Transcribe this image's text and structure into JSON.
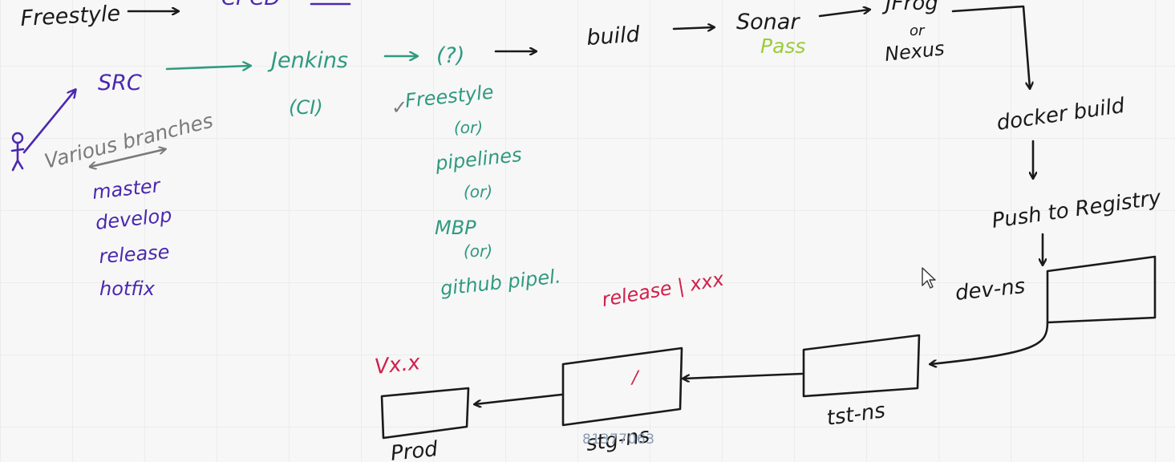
{
  "top_row": {
    "freestyle": "Freestyle",
    "cicd": "CI-CD"
  },
  "flow": {
    "src": "SRC",
    "jenkins": "Jenkins",
    "ci": "(CI)",
    "question": "(?)",
    "build": "build",
    "sonar": "Sonar",
    "pass": "Pass",
    "jfrog": "JFrog",
    "or": "or",
    "nexus": "Nexus",
    "docker_build": "docker build",
    "push_registry": "Push to Registry"
  },
  "branches": {
    "label": "Various branches",
    "items": [
      "master",
      "develop",
      "release",
      "hotfix"
    ]
  },
  "jenkins_options": {
    "check": "✓",
    "items": [
      "Freestyle",
      "(or)",
      "pipelines",
      "(or)",
      "MBP",
      "(or)",
      "github pipel."
    ]
  },
  "environments": {
    "dev": "dev-ns",
    "tst": "tst-ns",
    "stg": "stg-ns",
    "prod": "Prod"
  },
  "annotations": {
    "release_branch": "release | xxx",
    "version": "Vx.x",
    "stg_mark": "/"
  },
  "watermark": "81377063",
  "colors": {
    "ink": "#1a1a1a",
    "purple": "#4b28b0",
    "teal": "#2f9a7f",
    "gray": "#7a7a7a",
    "green": "#9ccb3b",
    "red": "#d0214c"
  }
}
